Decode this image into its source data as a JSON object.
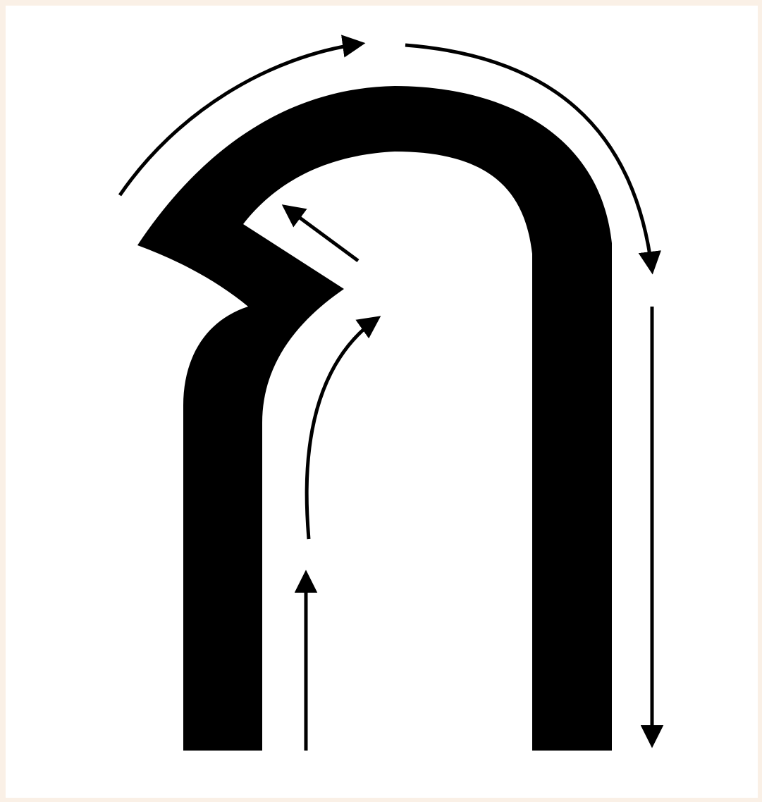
{
  "diagram": {
    "glyph": "thai-letter-stroke-order",
    "stroke_color": "#000000",
    "background_color": "#ffffff",
    "border_color": "#faf0e6",
    "arrows": [
      {
        "name": "arrow-left-upward",
        "direction": "up"
      },
      {
        "name": "arrow-curve-up-right",
        "direction": "up-right"
      },
      {
        "name": "arrow-diagonal-up-left",
        "direction": "up-left"
      },
      {
        "name": "arrow-top-left-arc",
        "direction": "right"
      },
      {
        "name": "arrow-top-right-arc",
        "direction": "down"
      },
      {
        "name": "arrow-right-downward",
        "direction": "down"
      }
    ]
  }
}
